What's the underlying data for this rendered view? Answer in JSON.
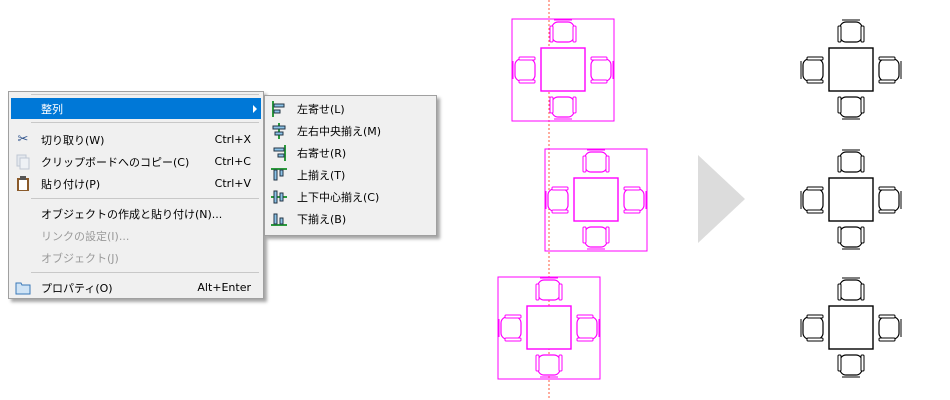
{
  "context_menu": {
    "items": [
      {
        "label": "整列",
        "icon": "none",
        "highlighted": true,
        "submenu": true
      },
      {
        "label": "切り取り(W)",
        "shortcut": "Ctrl+X",
        "icon": "scissors-icon"
      },
      {
        "label": "クリップボードへのコピー(C)",
        "shortcut": "Ctrl+C",
        "icon": "copy-icon",
        "disabled_icon": true
      },
      {
        "label": "貼り付け(P)",
        "shortcut": "Ctrl+V",
        "icon": "clipboard-icon"
      },
      {
        "label": "オブジェクトの作成と貼り付け(N)..."
      },
      {
        "label": "リンクの設定(I)...",
        "disabled": true
      },
      {
        "label": "オブジェクト(J)",
        "disabled": true
      },
      {
        "label": "プロパティ(O)",
        "shortcut": "Alt+Enter",
        "icon": "folder-icon"
      }
    ]
  },
  "align_submenu": {
    "items": [
      {
        "label": "左寄せ(L)",
        "icon": "align-left-icon"
      },
      {
        "label": "左右中央揃え(M)",
        "icon": "align-center-horizontal-icon"
      },
      {
        "label": "右寄せ(R)",
        "icon": "align-right-icon"
      },
      {
        "label": "上揃え(T)",
        "icon": "align-top-icon"
      },
      {
        "label": "上下中心揃え(C)",
        "icon": "align-middle-vertical-icon"
      },
      {
        "label": "下揃え(B)",
        "icon": "align-bottom-icon"
      }
    ]
  },
  "colors": {
    "selected": "#ff00ff",
    "guide": "#ff5a3c",
    "highlight": "#0078d7",
    "arrow": "#dcdcdc"
  }
}
